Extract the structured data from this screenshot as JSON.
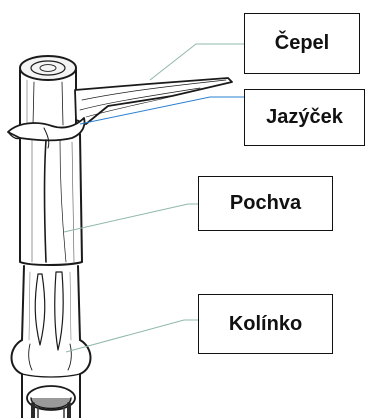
{
  "labels": {
    "blade": "Čepel",
    "ligule": "Jazýček",
    "sheath": "Pochva",
    "node": "Kolínko"
  },
  "colors": {
    "ink": "#111111",
    "leader_line": "#8fb8a8",
    "ligule_leader": "#2a7fd0"
  }
}
